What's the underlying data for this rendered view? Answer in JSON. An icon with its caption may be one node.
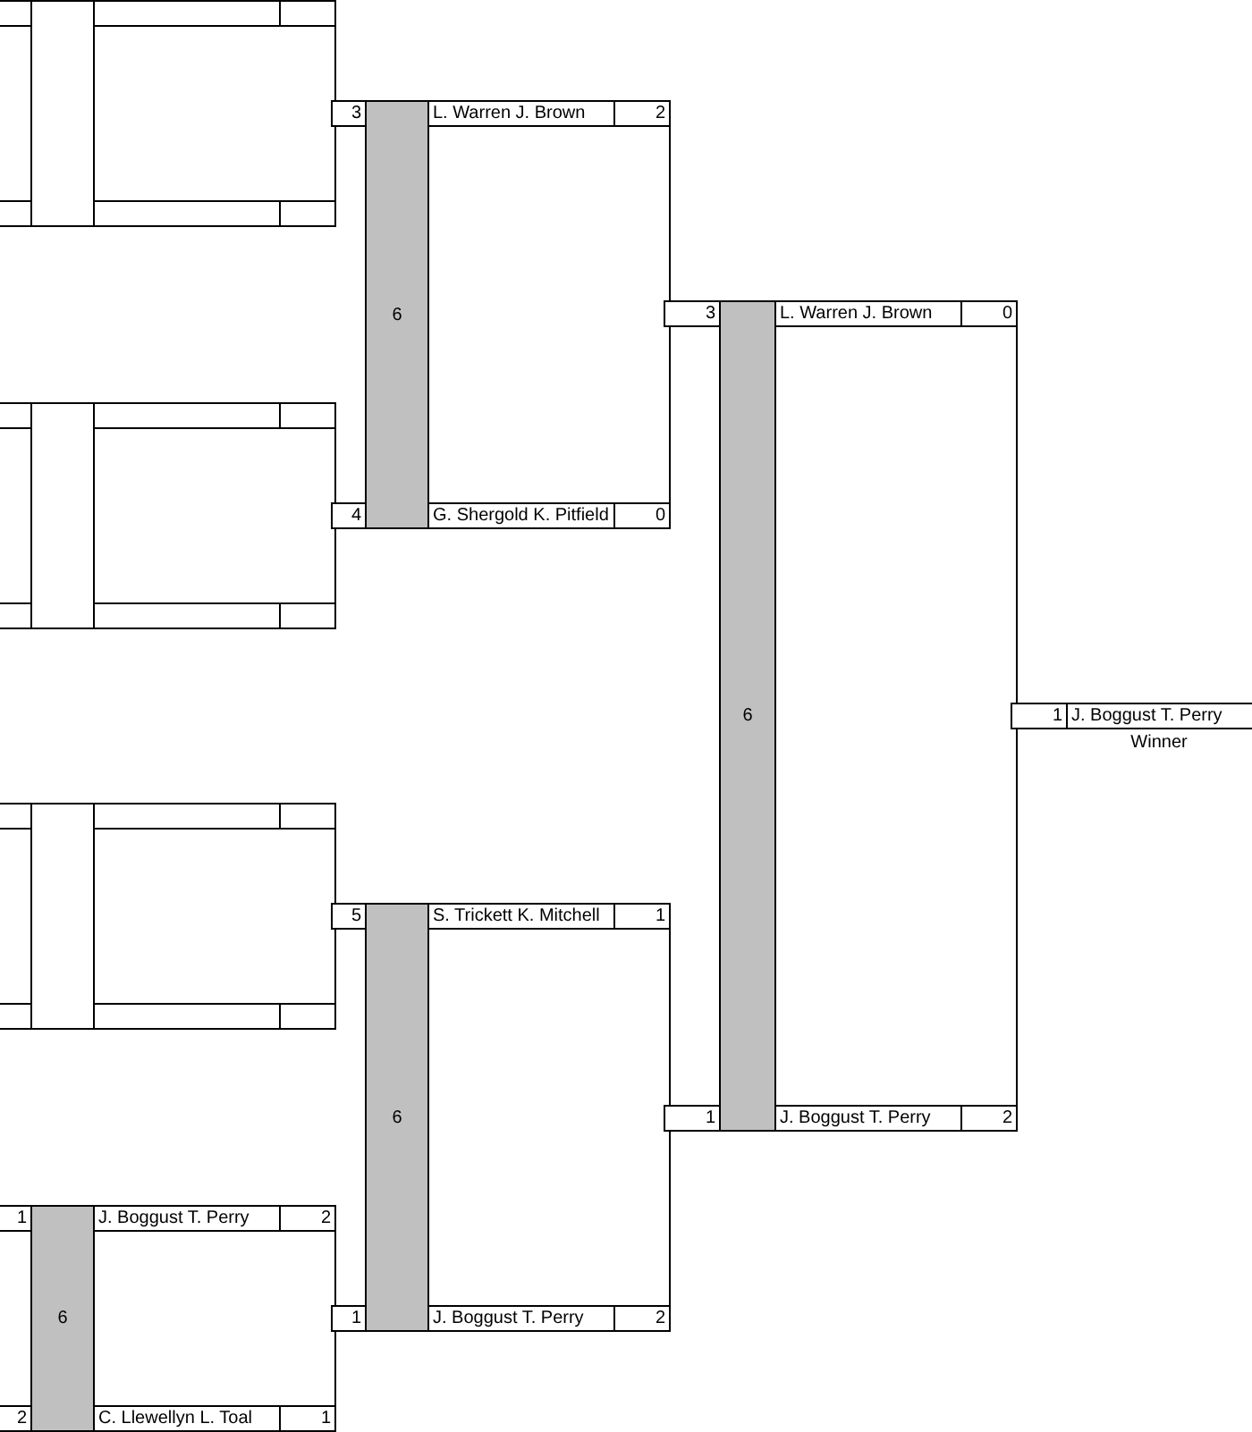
{
  "diagram": {
    "nodes": [
      {
        "text": [],
        "shape": "box"
      },
      {
        "text": [],
        "shape": "box",
        "in": 0
      },
      {
        "text": [],
        "shape": "box",
        "in": 0
      },
      {
        "text": [],
        "shape": "box"
      },
      {
        "text": [],
        "shape": "box",
        "in": 3
      },
      {
        "text": [],
        "shape": "box",
        "in": 3
      },
      {
        "text": [],
        "shape": "box"
      },
      {
        "text": [],
        "shape": "box",
        "in": 6
      },
      {
        "text": [],
        "shape": "box",
        "in": 6
      },
      {
        "text": [
          "6"
        ]
      },
      {
        "text": [
          "1",
          "J. Boggust T. Perry",
          "2"
        ],
        "in": 9
      },
      {
        "text": [
          "2",
          "C. Llewellyn L. Toal",
          "1"
        ],
        "in": 9
      },
      {
        "text": [
          "6"
        ]
      },
      {
        "text": [
          "3",
          "L. Warren J. Brown",
          "2"
        ],
        "in": 12
      },
      {
        "text": [
          "4",
          "G. Shergold K. Pitfield",
          "0"
        ],
        "in": 12
      },
      {
        "text": [
          "6"
        ]
      },
      {
        "text": [
          "5",
          "S. Trickett K. Mitchell",
          "1"
        ],
        "in": 15
      },
      {
        "text": [
          "1",
          "J. Boggust T. Perry",
          "2"
        ],
        "in": 15
      },
      {
        "text": [
          "6"
        ]
      },
      {
        "text": [
          "3",
          "L. Warren J. Brown",
          "0"
        ],
        "in": 18
      },
      {
        "text": [
          "1",
          "J. Boggust T. Perry",
          "2"
        ],
        "in": 18
      },
      {
        "text": [
          "1",
          "J. Boggust T. Perry"
        ],
        "beside": [
          "Winner"
        ]
      }
    ]
  }
}
